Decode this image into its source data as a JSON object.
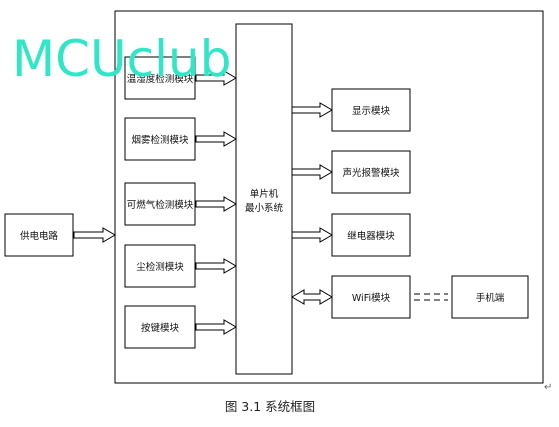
{
  "watermark": "MCUclub",
  "power": "供电电路",
  "inputs": [
    "温湿度检测模块",
    "烟雾检测模块",
    "可燃气检测模块",
    "尘检测模块",
    "按键模块"
  ],
  "mcu": {
    "line1": "单片机",
    "line2": "最小系统"
  },
  "outputs": [
    "显示模块",
    "声光报警模块",
    "继电器模块",
    "WiFi模块"
  ],
  "phone": "手机端",
  "caption": "图 3.1 系统框图",
  "colors": {
    "watermark": "#2fe7c6",
    "stroke": "#000000"
  }
}
